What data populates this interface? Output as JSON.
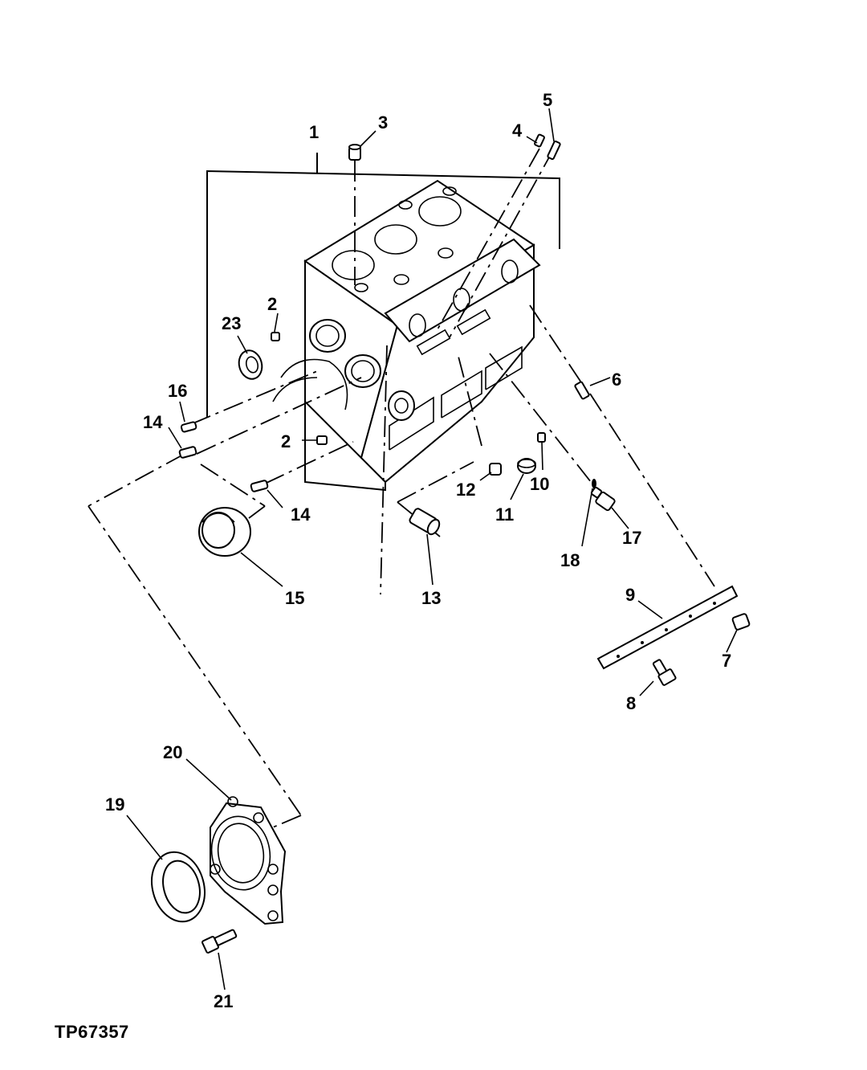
{
  "figure_id": "TP67357",
  "callouts": [
    "1",
    "2",
    "2",
    "3",
    "4",
    "5",
    "6",
    "7",
    "8",
    "9",
    "10",
    "11",
    "12",
    "13",
    "14",
    "14",
    "15",
    "16",
    "17",
    "18",
    "19",
    "20",
    "21",
    "23"
  ],
  "line_color": "#000000",
  "background": "#ffffff"
}
